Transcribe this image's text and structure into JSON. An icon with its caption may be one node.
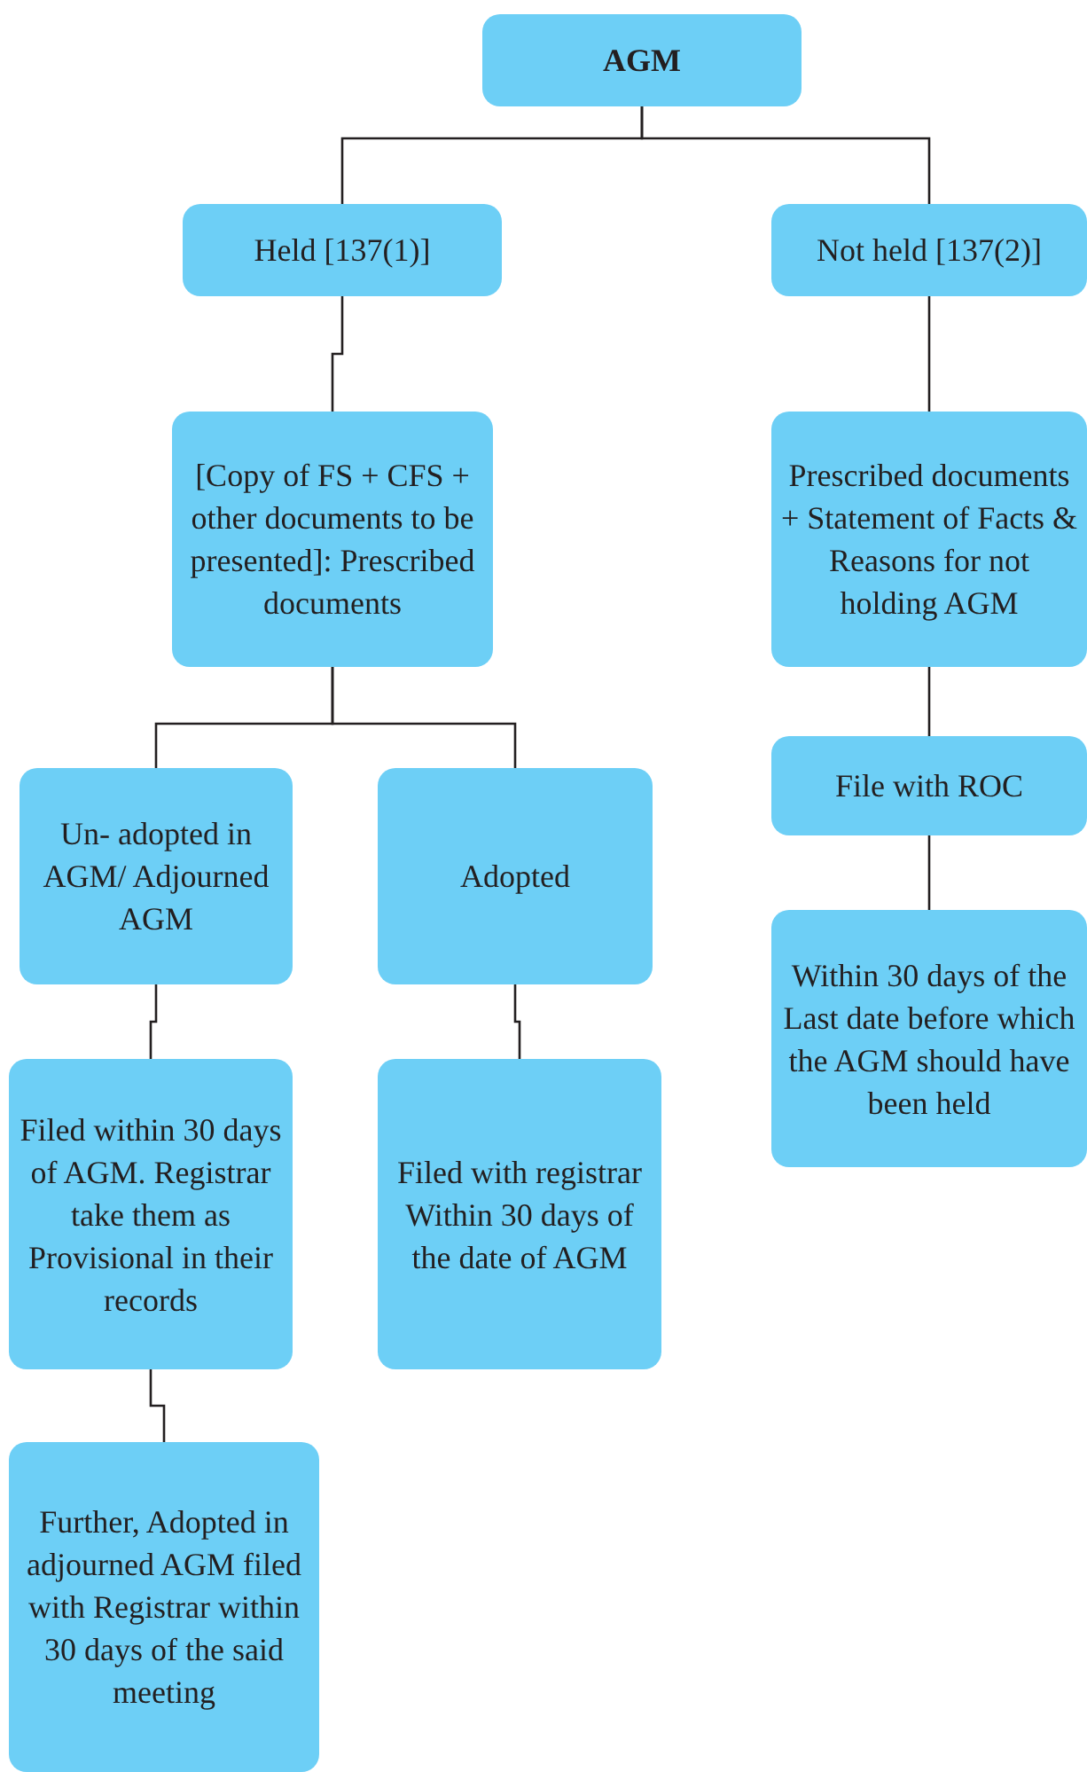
{
  "diagram": {
    "nodes": [
      {
        "text": [
          "AGM"
        ]
      },
      {
        "text": [
          "Held [137(1)]"
        ]
      },
      {
        "text": [
          "Not held [137(2)]"
        ]
      },
      {
        "text": [
          "[Copy of FS + CFS + other documents to be presented]: Prescribed documents"
        ]
      },
      {
        "text": [
          "Prescribed documents + Statement of Facts & Reasons for not holding AGM"
        ]
      },
      {
        "text": [
          "Un- adopted in AGM/ Adjourned AGM"
        ]
      },
      {
        "text": [
          "Adopted"
        ]
      },
      {
        "text": [
          "File with ROC"
        ]
      },
      {
        "text": [
          "Within 30 days of the Last date before which the AGM should have been held"
        ]
      },
      {
        "text": [
          "Filed within 30 days of AGM. Registrar take them as Provisional in their records"
        ]
      },
      {
        "text": [
          "Filed with registrar Within 30 days of the date of AGM"
        ]
      },
      {
        "text": [
          "Further, Adopted in adjourned AGM filed with Registrar within 30 days of the said meeting"
        ]
      }
    ],
    "edges": [
      {
        "from": 0,
        "to": 1,
        "arrow": "none"
      },
      {
        "from": 0,
        "to": 2,
        "arrow": "none"
      },
      {
        "from": 1,
        "to": 3,
        "arrow": "none"
      },
      {
        "from": 2,
        "to": 4,
        "arrow": "none"
      },
      {
        "from": 3,
        "to": 5,
        "arrow": "none"
      },
      {
        "from": 3,
        "to": 6,
        "arrow": "none"
      },
      {
        "from": 4,
        "to": 7,
        "arrow": "none"
      },
      {
        "from": 7,
        "to": 8,
        "arrow": "none"
      },
      {
        "from": 5,
        "to": 9,
        "arrow": "none"
      },
      {
        "from": 6,
        "to": 10,
        "arrow": "none"
      },
      {
        "from": 9,
        "to": 11,
        "arrow": "none"
      }
    ]
  }
}
